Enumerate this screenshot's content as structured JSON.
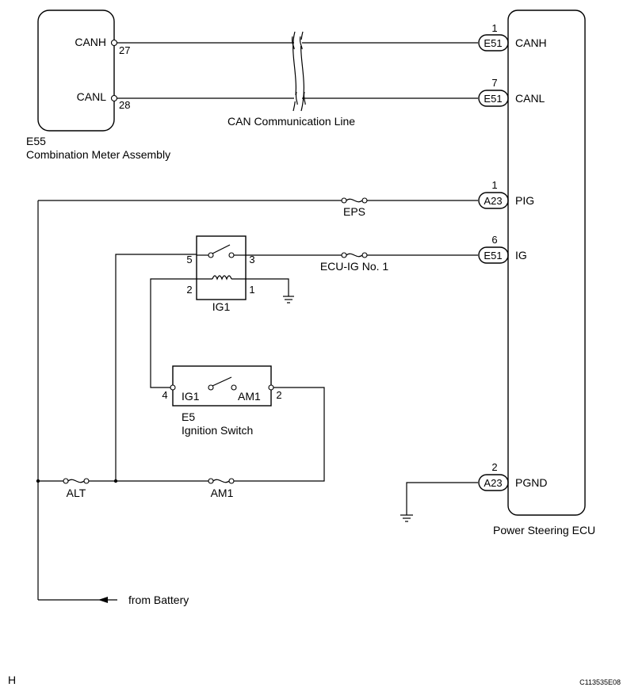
{
  "combination_meter": {
    "code": "E55",
    "name": "Combination Meter Assembly",
    "pins": [
      {
        "label": "CANH",
        "number": "27"
      },
      {
        "label": "CANL",
        "number": "28"
      }
    ]
  },
  "can_line_label": "CAN Communication Line",
  "ecu": {
    "name": "Power Steering ECU",
    "pins": [
      {
        "number": "1",
        "connector": "E51",
        "label": "CANH"
      },
      {
        "number": "7",
        "connector": "E51",
        "label": "CANL"
      },
      {
        "number": "1",
        "connector": "A23",
        "label": "PIG"
      },
      {
        "number": "6",
        "connector": "E51",
        "label": "IG"
      },
      {
        "number": "2",
        "connector": "A23",
        "label": "PGND"
      }
    ]
  },
  "fuses": {
    "eps": "EPS",
    "ecu_ig": "ECU-IG No. 1",
    "alt": "ALT",
    "am1": "AM1"
  },
  "relay": {
    "name": "IG1",
    "pins": [
      "5",
      "3",
      "2",
      "1"
    ]
  },
  "ignition_switch": {
    "code": "E5",
    "name": "Ignition Switch",
    "inner_left": "IG1",
    "inner_right": "AM1",
    "pin_left": "4",
    "pin_right": "2"
  },
  "battery_label": "from Battery",
  "footer": {
    "left": "H",
    "right": "C113535E08"
  }
}
